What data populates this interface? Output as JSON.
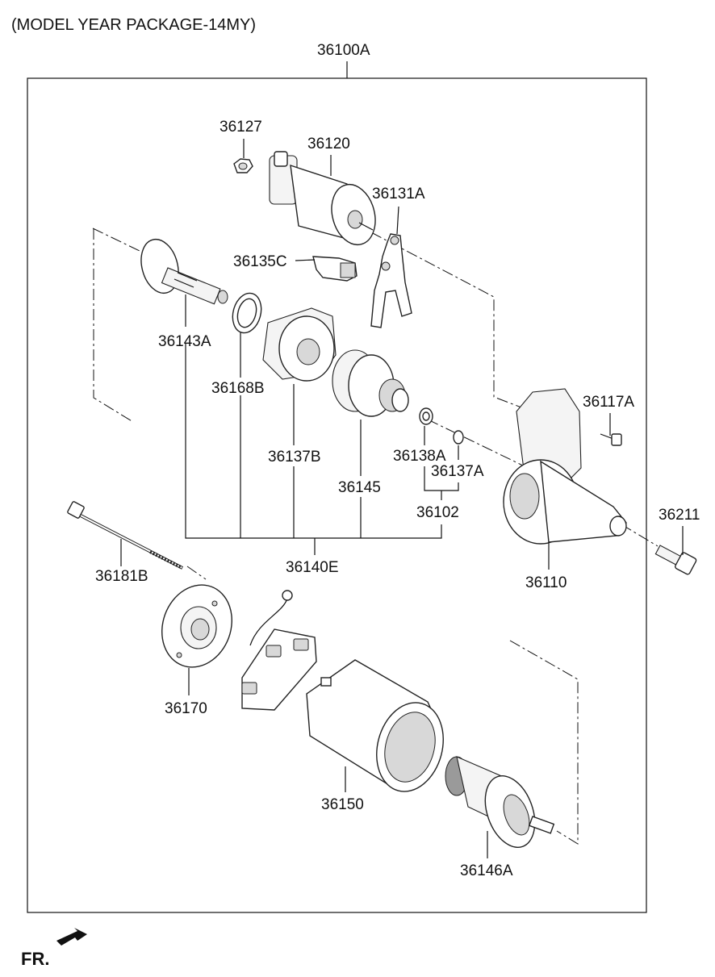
{
  "header": {
    "model_note": "(MODEL YEAR PACKAGE-14MY)"
  },
  "assembly": {
    "part_no": "36100A"
  },
  "parts": {
    "p36127": "36127",
    "p36120": "36120",
    "p36131A": "36131A",
    "p36135C": "36135C",
    "p36143A": "36143A",
    "p36168B": "36168B",
    "p36137B": "36137B",
    "p36145": "36145",
    "p36138A": "36138A",
    "p36137A": "36137A",
    "p36102": "36102",
    "p36117A": "36117A",
    "p36211": "36211",
    "p36110": "36110",
    "p36140E": "36140E",
    "p36181B": "36181B",
    "p36170": "36170",
    "p36150": "36150",
    "p36146A": "36146A"
  },
  "footer": {
    "direction_label": "FR."
  }
}
